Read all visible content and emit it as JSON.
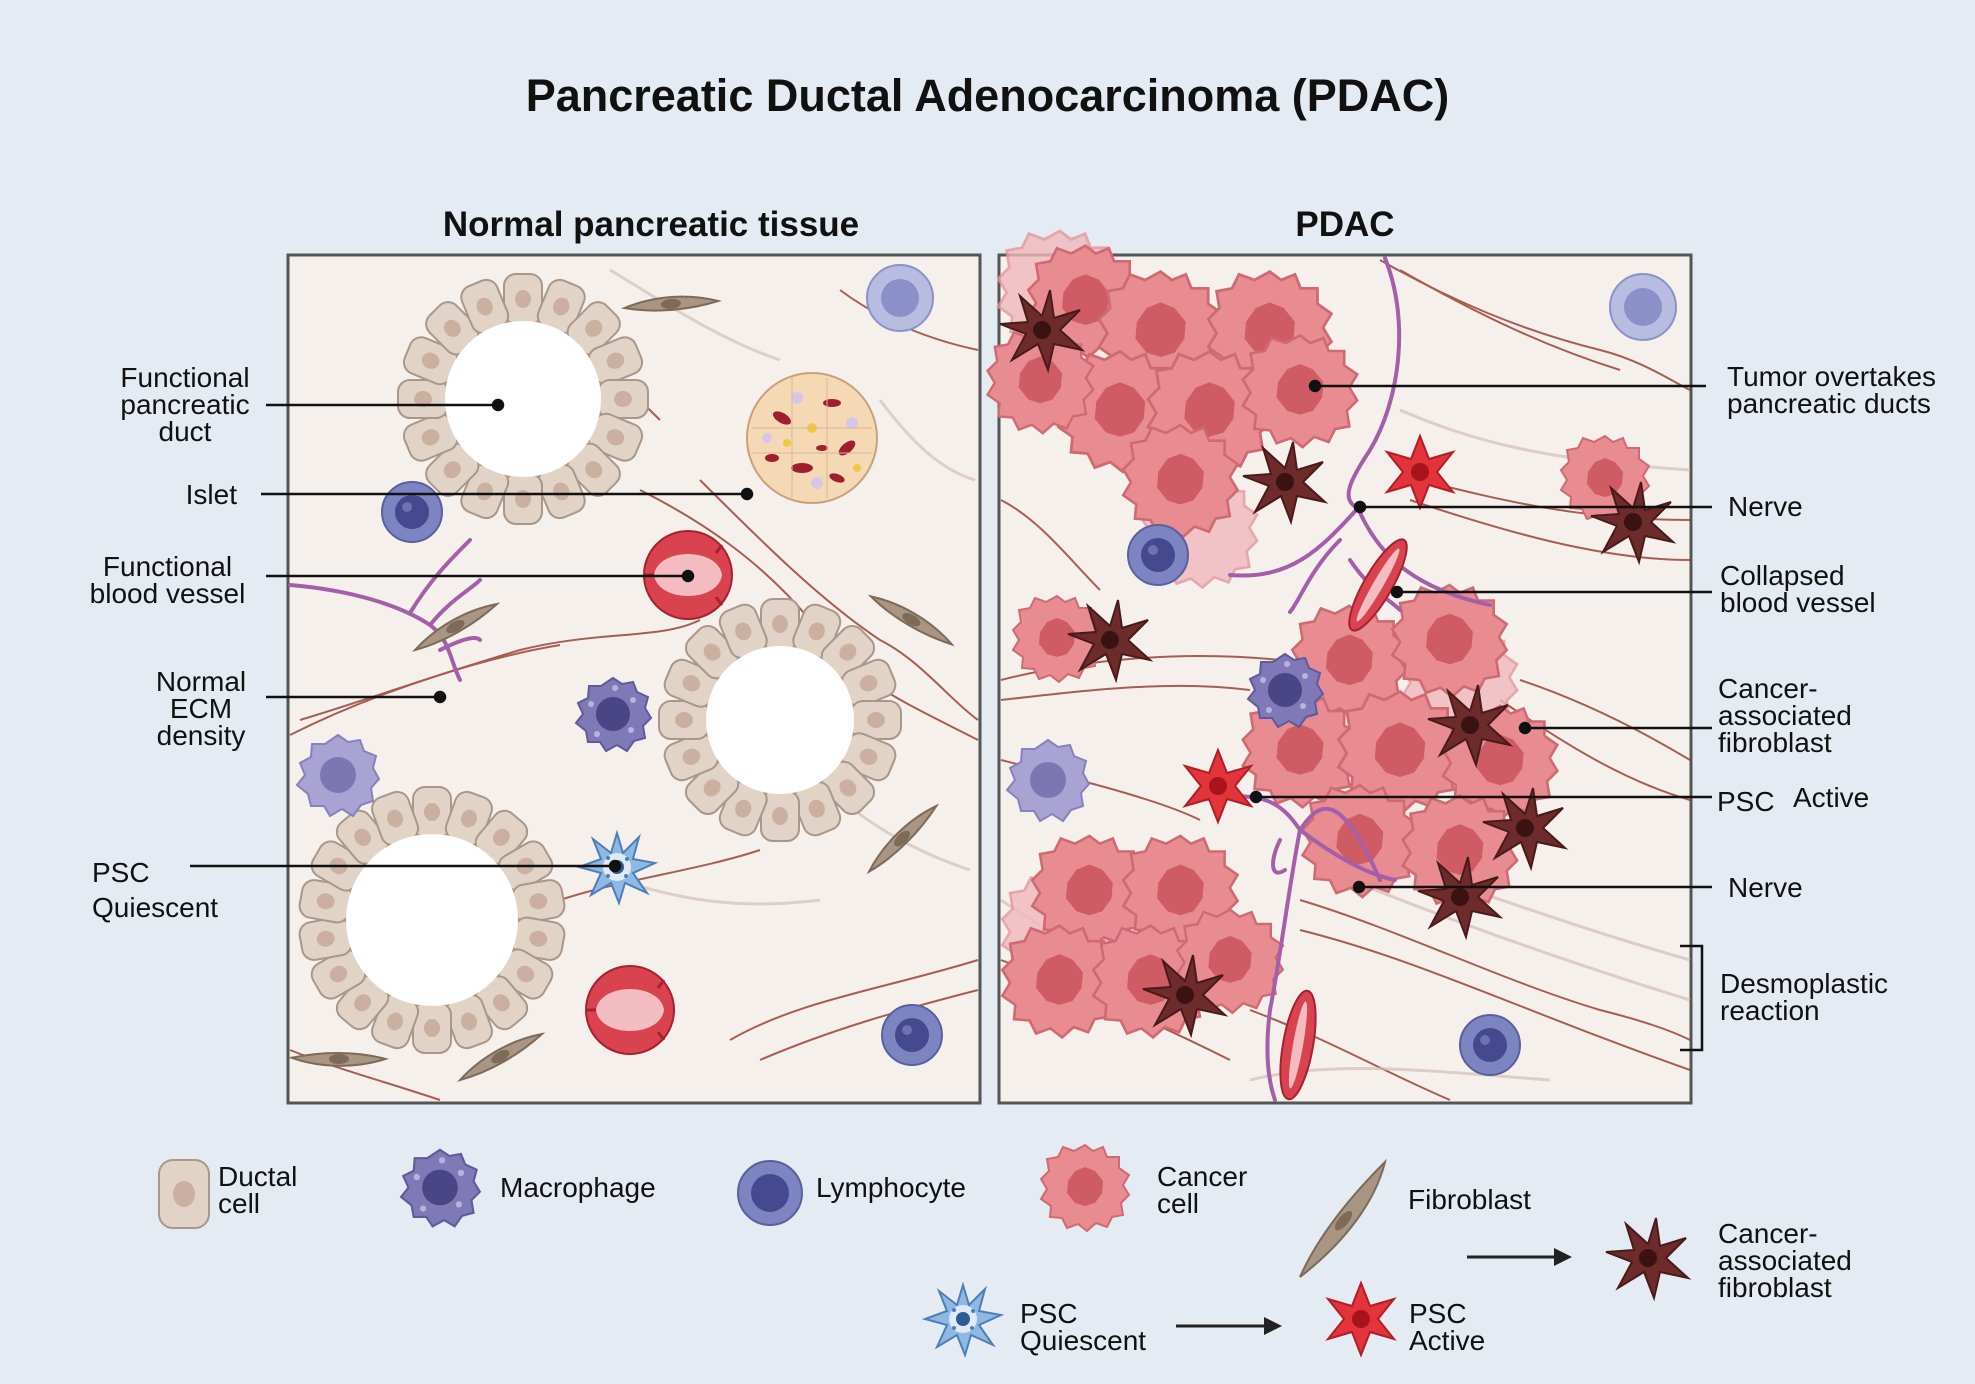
{
  "title": "Pancreatic Ductal Adenocarcinoma (PDAC)",
  "panels": {
    "normal": {
      "title": "Normal pancreatic tissue",
      "labels": {
        "duct": "Functional\npancreatic\nduct",
        "islet": "Islet",
        "vessel": "Functional\nblood vessel",
        "ecm": "Normal\nECM\ndensity",
        "psc": "PSC\nQuiescent"
      }
    },
    "pdac": {
      "title": "PDAC",
      "labels": {
        "tumor": "Tumor overtakes\npancreatic ducts",
        "nerve1": "Nerve",
        "collapsed": "Collapsed\nblood vessel",
        "caf": "Cancer-\nassociated\nfibroblast",
        "psc_prefix": "PSC",
        "psc_state": "Active",
        "nerve2": "Nerve",
        "desmo": "Desmoplastic\nreaction"
      }
    }
  },
  "legend": {
    "ductal": "Ductal\ncell",
    "macrophage": "Macrophage",
    "lymphocyte": "Lymphocyte",
    "cancer": "Cancer\ncell",
    "fibroblast": "Fibroblast",
    "caf": "Cancer-\nassociated\nfibroblast",
    "psc_quiescent": "PSC\nQuiescent",
    "psc_active": "PSC\nActive"
  },
  "colors": {
    "background": "#e4ebf3",
    "panel": "#f6f0ec",
    "ductal": "#e0d2c6",
    "lymphocyte": "#7077b8",
    "macrophage": "#7d76b3",
    "cancer": "#e88c92",
    "caf": "#6e2b2b",
    "psc_active": "#e3333b",
    "psc_quiescent": "#6a9ad0",
    "nerve": "#a45fa8",
    "vessel": "#d8434f",
    "fibroblast": "#a89583",
    "ecm": "#9b4436"
  },
  "icons": [
    "ductal-cell-icon",
    "macrophage-icon",
    "lymphocyte-icon",
    "cancer-cell-icon",
    "fibroblast-icon",
    "caf-icon",
    "psc-quiescent-icon",
    "psc-active-icon",
    "arrow-icon"
  ]
}
